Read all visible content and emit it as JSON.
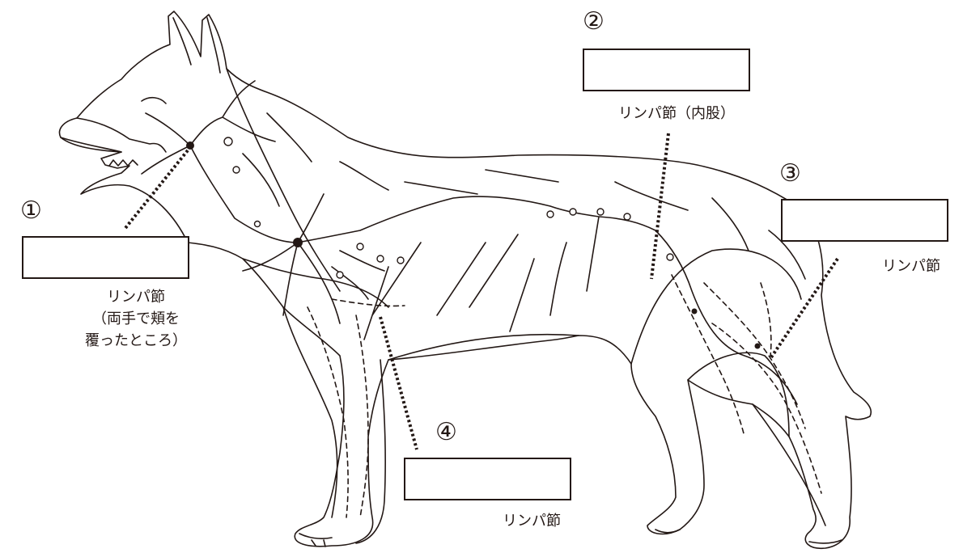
{
  "labels": [
    {
      "id": "1",
      "number": "①",
      "lines": [
        "リンパ節",
        "（両手で頬を",
        "覆ったところ）"
      ]
    },
    {
      "id": "2",
      "number": "②",
      "lines": [
        "リンパ節（内股）"
      ]
    },
    {
      "id": "3",
      "number": "③",
      "lines": [
        "リンパ節"
      ]
    },
    {
      "id": "4",
      "number": "④",
      "lines": [
        "リンパ節"
      ]
    }
  ],
  "colors": {
    "line": "#231815",
    "background": "#ffffff",
    "pointer": "#231815"
  }
}
